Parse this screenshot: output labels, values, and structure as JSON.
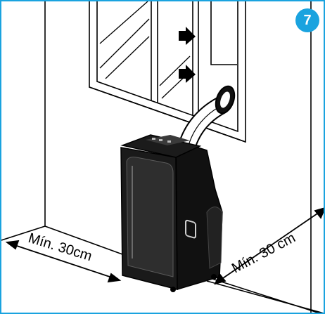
{
  "figure": {
    "step_number": "7",
    "clearance_left_label": "Mín. 30cm",
    "clearance_right_label": "Mín. 30 cm"
  },
  "colors": {
    "frame_border": "#1aa3df",
    "badge_fill": "#1aa3df",
    "line_art": "#000000",
    "unit_body": "#111111",
    "unit_panel": "#262626",
    "highlight": "#6a6a6a"
  },
  "icons": {
    "airflow": "right-arrow-icon",
    "unit": "portable-air-conditioner",
    "hose": "exhaust-hose"
  }
}
